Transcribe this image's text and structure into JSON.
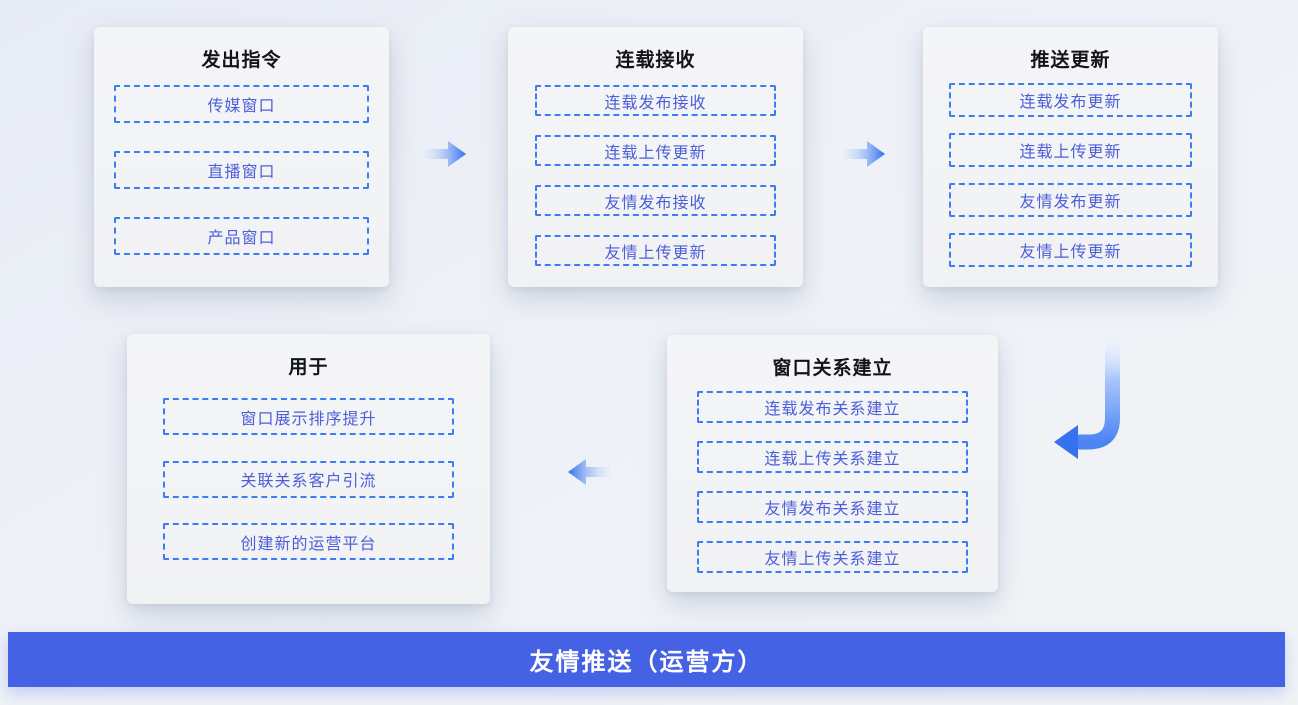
{
  "banner": {
    "label": "友情推送（运营方）"
  },
  "cards": [
    {
      "title": "发出指令",
      "items": [
        "传媒窗口",
        "直播窗口",
        "产品窗口"
      ]
    },
    {
      "title": "连载接收",
      "items": [
        "连载发布接收",
        "连载上传更新",
        "友情发布接收",
        "友情上传更新"
      ]
    },
    {
      "title": "推送更新",
      "items": [
        "连载发布更新",
        "连载上传更新",
        "友情发布更新",
        "友情上传更新"
      ]
    },
    {
      "title": "窗口关系建立",
      "items": [
        "连载发布关系建立",
        "连载上传关系建立",
        "友情发布关系建立",
        "友情上传关系建立"
      ]
    },
    {
      "title": "用于",
      "items": [
        "窗口展示排序提升",
        "关联关系客户引流",
        "创建新的运营平台"
      ]
    }
  ],
  "icons": {
    "arrow_1": "arrow-right-icon",
    "arrow_2": "arrow-right-icon",
    "arrow_3": "arrow-down-left-icon",
    "arrow_4": "arrow-left-icon"
  },
  "colors": {
    "banner_bg": "#4462e3",
    "node_border": "#3b7df5",
    "node_text": "#4d5ed9",
    "arrow_blue": "#2e6ef0",
    "card_bg": "#f2f3f5",
    "page_bg": "#edf0f6"
  }
}
